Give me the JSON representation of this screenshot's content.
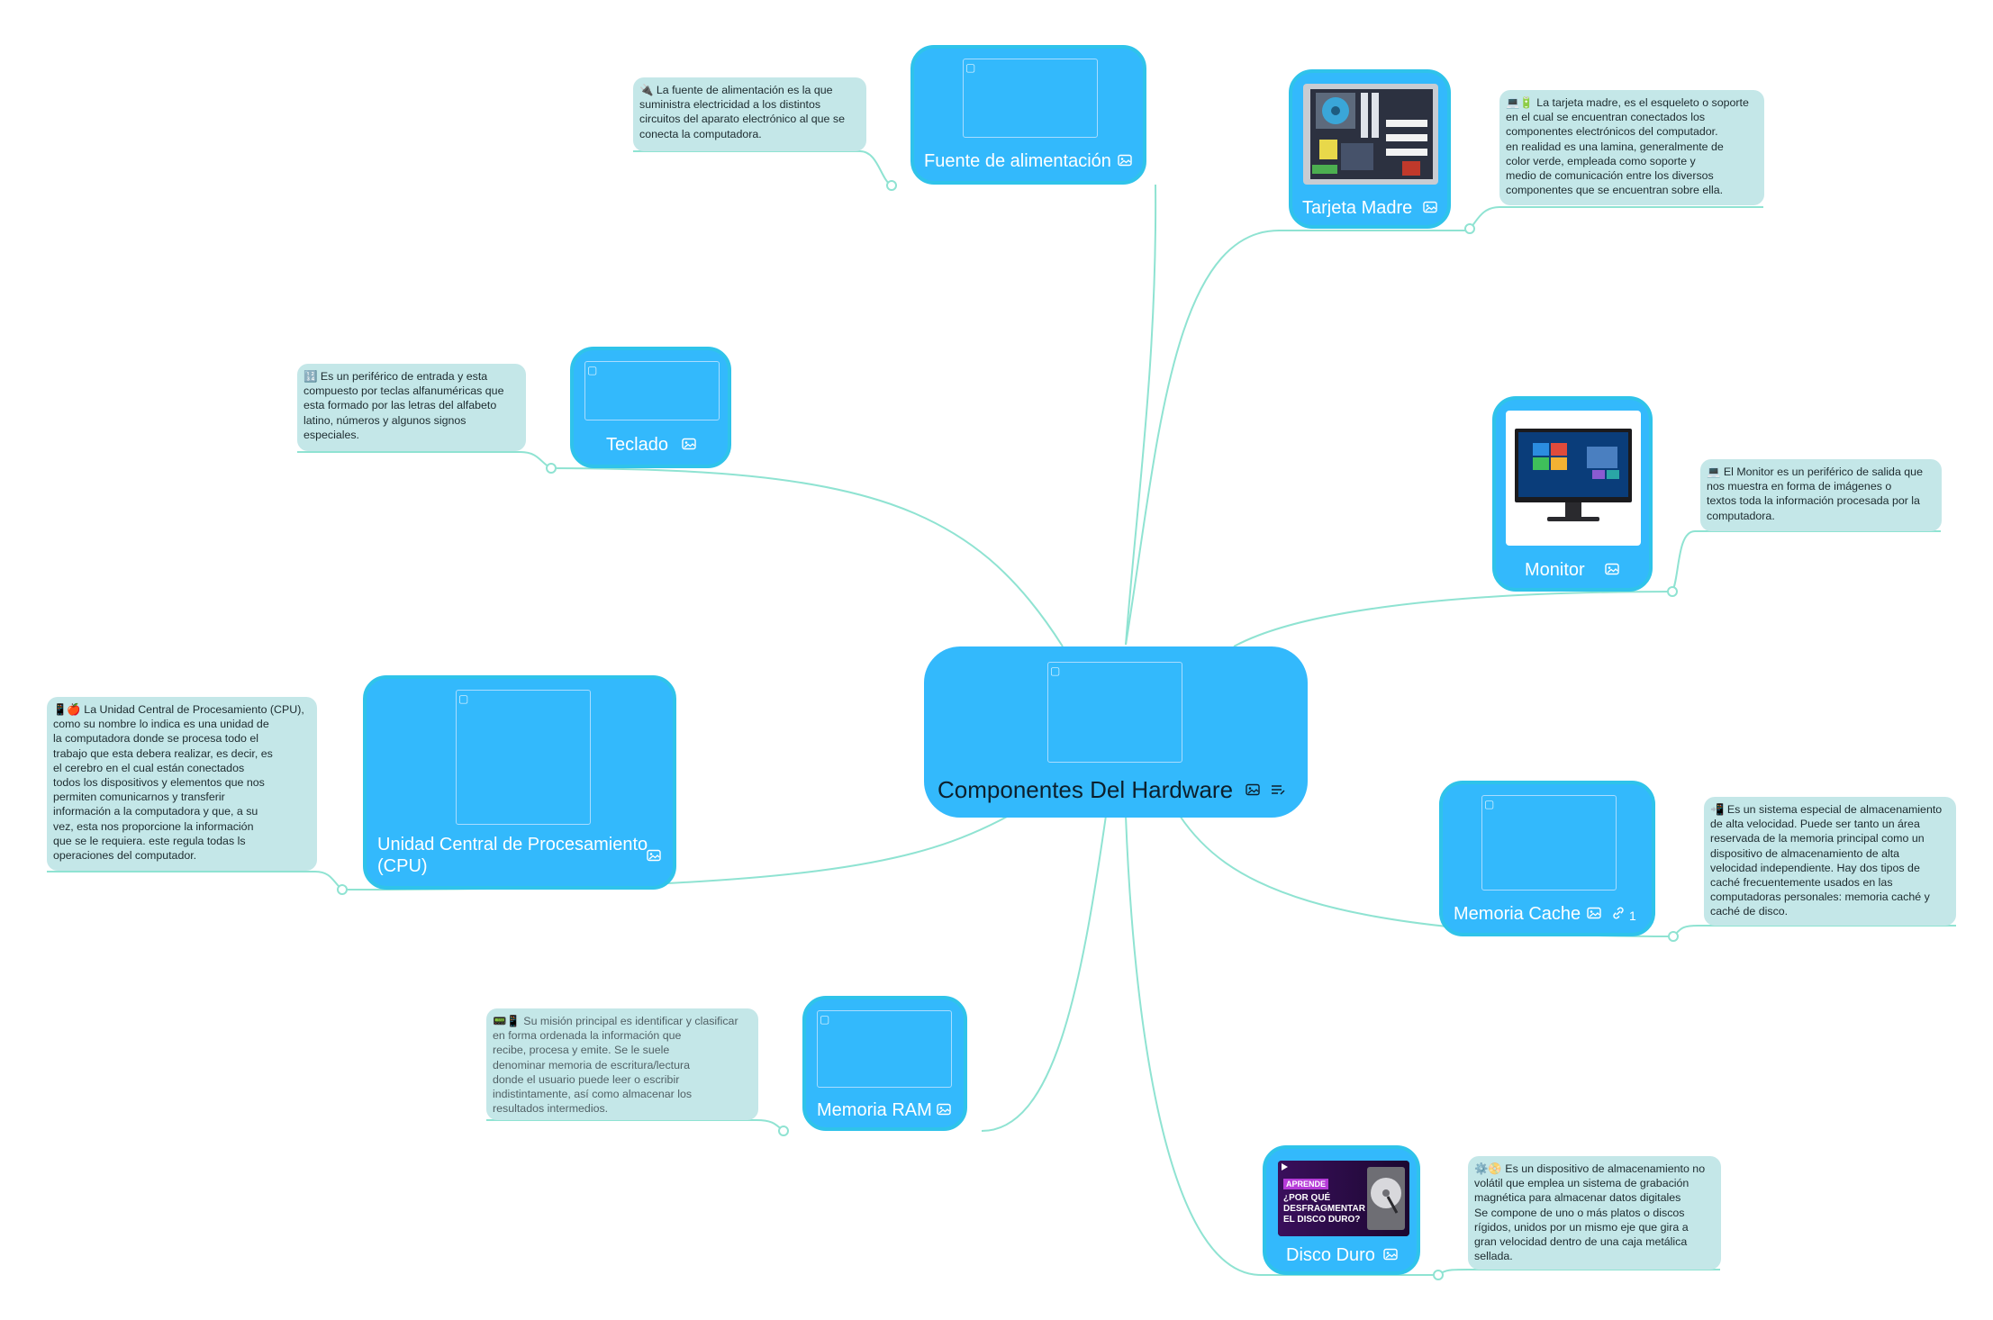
{
  "colors": {
    "node_fill": "#33b9fc",
    "node_border": "#2fc3ea",
    "note_fill": "#c4e7e8",
    "connector": "#8fe3d2"
  },
  "central": {
    "title": "Componentes Del Hardware",
    "icons": [
      "image-icon",
      "notes-icon"
    ]
  },
  "topics": {
    "fuente": {
      "label": "Fuente de alimentación",
      "icon": "image-icon"
    },
    "tarjeta": {
      "label": "Tarjeta Madre",
      "icon": "image-icon"
    },
    "teclado": {
      "label": "Teclado",
      "icon": "image-icon"
    },
    "monitor": {
      "label": "Monitor",
      "icon": "image-icon"
    },
    "cpu": {
      "label_line1": "Unidad Central de Procesamiento",
      "label_line2": "(CPU)",
      "icon": "image-icon"
    },
    "cache": {
      "label": "Memoria Cache",
      "icon": "image-icon",
      "link_count": "1"
    },
    "ram": {
      "label": "Memoria RAM",
      "icon": "image-icon"
    },
    "disco": {
      "label": "Disco Duro",
      "icon": "image-icon",
      "thumb": {
        "badge": "APRENDE",
        "line1": "¿POR QUÉ",
        "line2": "DESFRAGMENTAR",
        "line3": "EL DISCO DURO?"
      }
    }
  },
  "notes": {
    "fuente": "🔌 La fuente de alimentación es la que\nsuministra electricidad a los distintos\ncircuitos del aparato electrónico al que se\nconecta la computadora.",
    "tarjeta": "💻🔋 La tarjeta madre, es el esqueleto o soporte\nen el cual se encuentran conectados los\ncomponentes electrónicos del computador.\nen realidad es una lamina, generalmente de\ncolor verde, empleada como soporte y\nmedio de comunicación entre los diversos\ncomponentes que se encuentran sobre ella.",
    "teclado": "🔢 Es un periférico de entrada y esta\ncompuesto por teclas alfanuméricas que\nesta formado por las letras del alfabeto\nlatino, números y algunos signos\nespeciales.",
    "monitor": "💻 El Monitor es un periférico de salida que\nnos muestra en forma de imágenes o\ntextos toda la información procesada por la\ncomputadora.",
    "cpu": "📱🍎 La Unidad Central de Procesamiento (CPU),\ncomo su nombre lo indica es una unidad de\nla computadora donde se procesa todo el\ntrabajo que esta debera realizar, es decir, es\nel cerebro en el cual están conectados\ntodos los dispositivos y elementos que nos\npermiten comunicarnos y transferir\ninformación a la computadora y que, a su\nvez, esta nos proporcione la información\nque se le requiera. este regula todas ls\noperaciones del computador.",
    "cache": "📲 Es un sistema especial de almacenamiento\nde alta velocidad. Puede ser tanto un área\nreservada de la memoria principal como un\ndispositivo de almacenamiento de alta\nvelocidad independiente. Hay dos tipos de\ncaché frecuentemente usados en las\ncomputadoras personales: memoria caché y\ncaché de disco.",
    "ram": "📟📱 Su misión principal es identificar y clasificar\nen forma ordenada la información que\nrecibe, procesa y emite. Se le suele\ndenominar memoria de escritura/lectura\ndonde el usuario puede leer o escribir\nindistintamente, así como almacenar los\nresultados intermedios.",
    "disco": "⚙️📀 Es un dispositivo de almacenamiento no\nvolátil que emplea un sistema de grabación\nmagnética para almacenar datos digitales\nSe compone de uno o más platos o discos\nrígidos, unidos por un mismo eje que gira a\ngran velocidad dentro de una caja metálica\nsellada."
  }
}
